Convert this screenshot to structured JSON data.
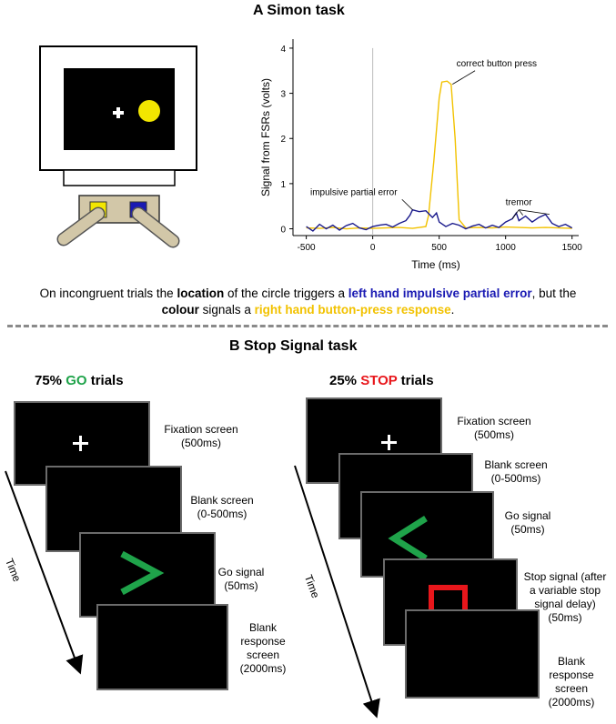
{
  "panel_a": {
    "title": "A  Simon task",
    "chart_data": {
      "type": "line",
      "xlabel": "Time (ms)",
      "ylabel": "Signal from FSRs (volts)",
      "xlim": [
        -600,
        1550
      ],
      "ylim": [
        -0.15,
        4.2
      ],
      "xticks": [
        -500,
        0,
        500,
        1000,
        1500
      ],
      "yticks": [
        0,
        1,
        2,
        3,
        4
      ],
      "series": [
        {
          "color": "#f2c200",
          "x": [
            -500,
            -400,
            -300,
            -200,
            -100,
            0,
            100,
            200,
            300,
            400,
            420,
            460,
            500,
            520,
            560,
            590,
            620,
            650,
            700,
            800,
            900,
            1000,
            1100,
            1200,
            1300,
            1400,
            1500
          ],
          "values": [
            0.02,
            0.01,
            0.03,
            0.0,
            0.02,
            0.01,
            0.02,
            0.03,
            0.01,
            0.05,
            0.3,
            1.5,
            2.9,
            3.25,
            3.27,
            3.2,
            2.0,
            0.2,
            0.02,
            0.03,
            0.02,
            0.04,
            0.03,
            0.02,
            0.03,
            0.02,
            0.01
          ]
        },
        {
          "color": "#1a1a8c",
          "x": [
            -500,
            -450,
            -400,
            -350,
            -300,
            -250,
            -200,
            -150,
            -100,
            -50,
            0,
            50,
            100,
            150,
            200,
            250,
            280,
            300,
            350,
            400,
            450,
            480,
            500,
            550,
            600,
            650,
            700,
            750,
            800,
            850,
            900,
            950,
            1000,
            1050,
            1080,
            1100,
            1150,
            1200,
            1250,
            1300,
            1330,
            1350,
            1400,
            1450,
            1500
          ],
          "values": [
            0.05,
            -0.05,
            0.1,
            0.0,
            0.08,
            -0.03,
            0.07,
            0.12,
            0.02,
            -0.02,
            0.05,
            0.08,
            0.1,
            0.04,
            0.12,
            0.18,
            0.3,
            0.42,
            0.38,
            0.4,
            0.25,
            0.35,
            0.15,
            0.05,
            0.12,
            0.08,
            0.0,
            0.06,
            0.1,
            0.02,
            0.08,
            0.03,
            0.15,
            0.22,
            0.35,
            0.18,
            0.28,
            0.15,
            0.25,
            0.32,
            0.2,
            0.12,
            0.05,
            0.1,
            0.02
          ]
        }
      ],
      "annotations": {
        "correct": "correct button press",
        "impulsive": "impulsive partial error",
        "tremor": "tremor"
      },
      "grid": false
    }
  },
  "caption": {
    "p1": "On incongruent trials the ",
    "p2": "location",
    "p3": " of the circle triggers a ",
    "p4": "left hand impulsive partial error",
    "p5": ", but the",
    "p6": "colour",
    "p7": " signals a ",
    "p8": "right hand button-press response",
    "p9": "."
  },
  "panel_b": {
    "title": "B  Stop Signal task",
    "go": {
      "heading_pre": "75% ",
      "heading_key": "GO",
      "heading_post": " trials",
      "time_label": "Time",
      "steps": [
        {
          "l1": "Fixation screen",
          "l2": "(500ms)"
        },
        {
          "l1": "Blank screen",
          "l2": "(0-500ms)"
        },
        {
          "l1": "Go signal",
          "l2": "(50ms)"
        },
        {
          "l1": "Blank",
          "l2": "response",
          "l3": "screen",
          "l4": "(2000ms)"
        }
      ]
    },
    "stop": {
      "heading_pre": "25% ",
      "heading_key": "STOP",
      "heading_post": " trials",
      "time_label": "Time",
      "steps": [
        {
          "l1": "Fixation screen",
          "l2": "(500ms)"
        },
        {
          "l1": "Blank screen",
          "l2": "(0-500ms)"
        },
        {
          "l1": "Go signal",
          "l2": "(50ms)"
        },
        {
          "l1": "Stop signal (after",
          "l2": "a variable stop",
          "l3": "signal delay)",
          "l4": "(50ms)"
        },
        {
          "l1": "Blank",
          "l2": "response",
          "l3": "screen",
          "l4": "(2000ms)"
        }
      ]
    },
    "colors": {
      "go": "#1fa34a",
      "stop": "#e8161b",
      "blue": "#1a1ab3",
      "yellow": "#f2c200"
    }
  }
}
